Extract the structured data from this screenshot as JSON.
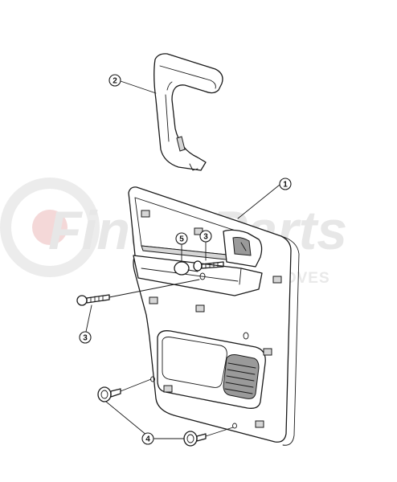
{
  "watermark": {
    "brand_left": "Find",
    "brand_right": "Parts",
    "tagline": "FOR YOU THAT MOVES",
    "color": "#e6e6e6",
    "accent": "#f3c9c9"
  },
  "callouts": [
    {
      "id": "1",
      "label": "1"
    },
    {
      "id": "2",
      "label": "2"
    },
    {
      "id": "3a",
      "label": "3"
    },
    {
      "id": "3b",
      "label": "3"
    },
    {
      "id": "4",
      "label": "4"
    },
    {
      "id": "5",
      "label": "5"
    }
  ]
}
